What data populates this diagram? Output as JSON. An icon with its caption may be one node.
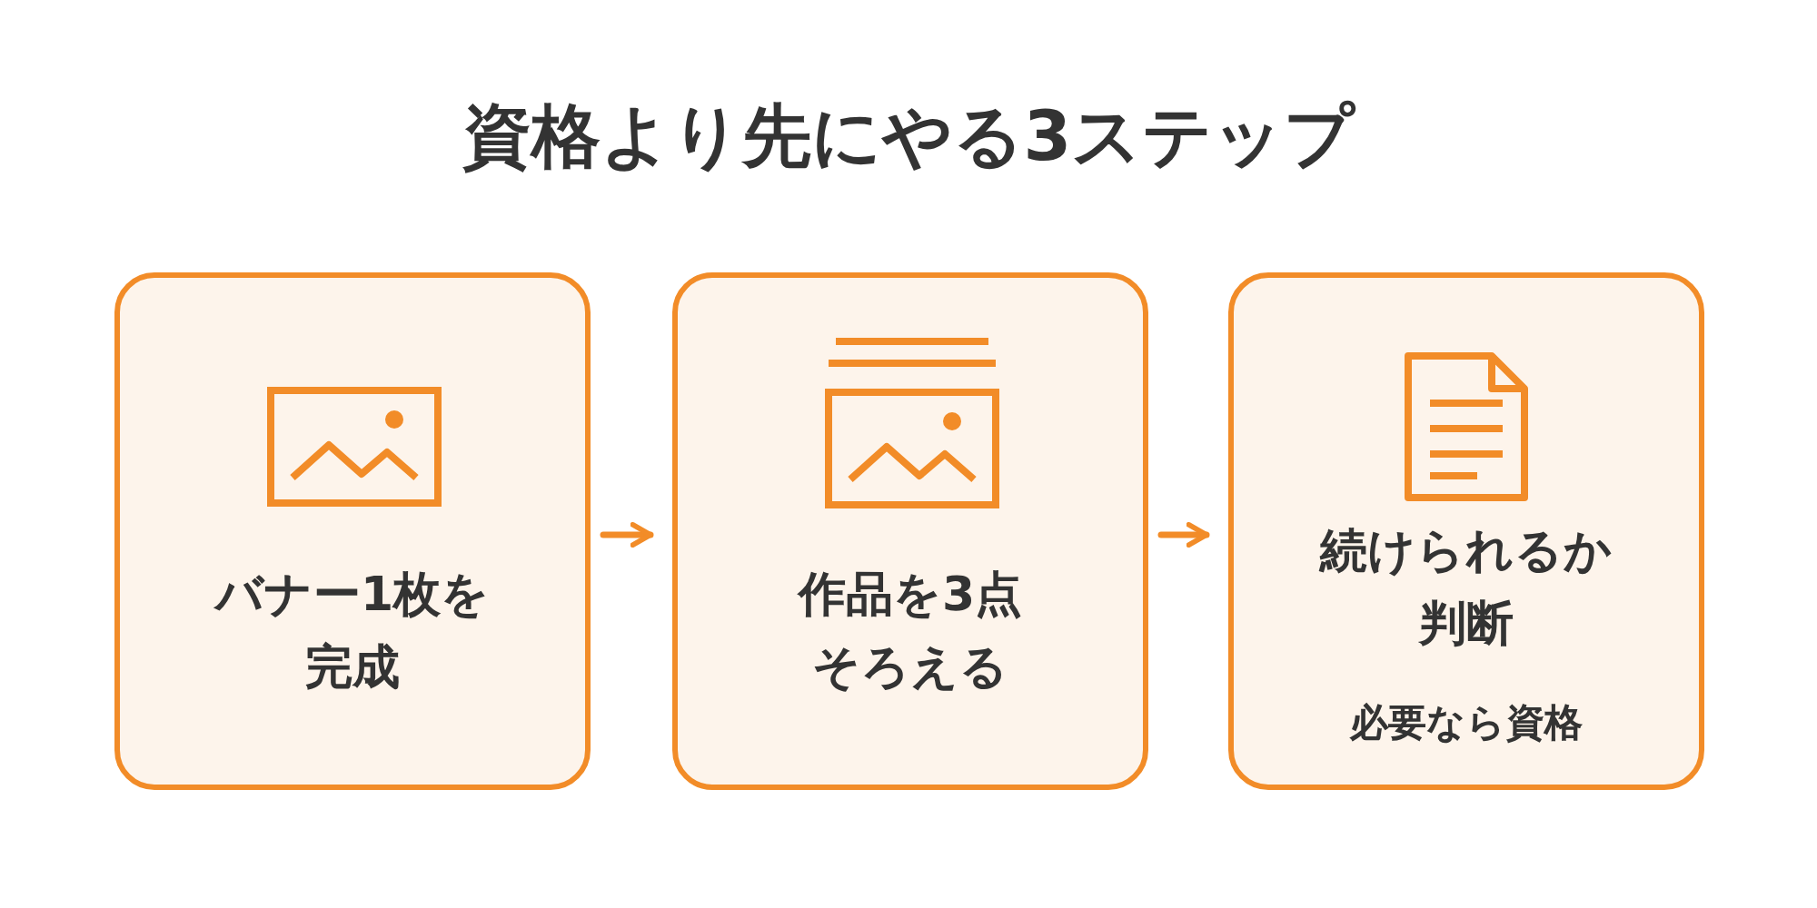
{
  "diagram": {
    "title": "資格より先にやる3ステップ",
    "nodes": [
      {
        "text": [
          "バナー1枚を完成"
        ]
      },
      {
        "text": [
          "作品を3点そろえる"
        ]
      },
      {
        "text": [
          "続けられるか判断",
          "必要なら資格"
        ]
      }
    ],
    "edges": [
      {
        "from": 0,
        "to": 1,
        "arrow": "to"
      },
      {
        "from": 1,
        "to": 2,
        "arrow": "to"
      }
    ]
  }
}
